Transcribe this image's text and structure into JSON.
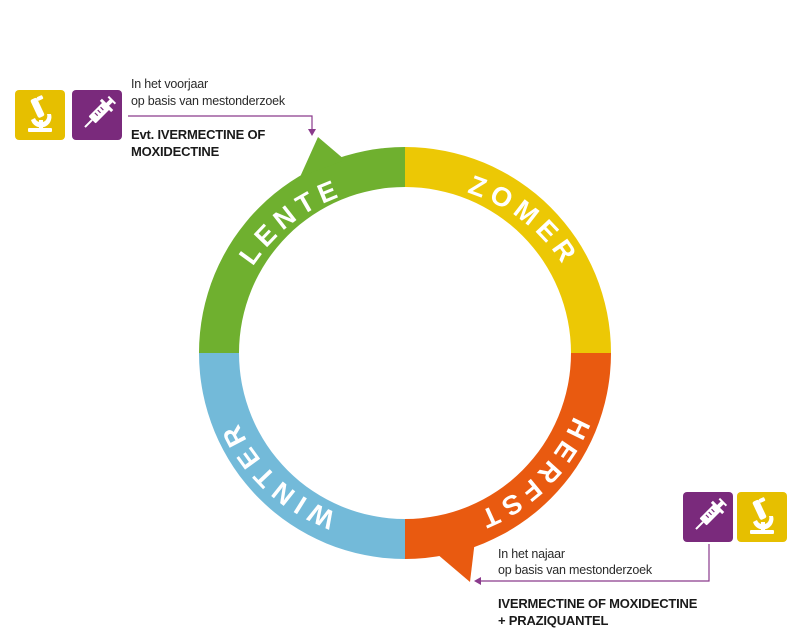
{
  "colors": {
    "spring": "#6fb02f",
    "summer": "#ecc805",
    "autumn": "#e95a10",
    "winter": "#73bad9",
    "purple": "#7a2a7c",
    "yellow": "#e6bf00",
    "arrow": "#8a3a8c"
  },
  "seasons": {
    "spring": "LENTE",
    "summer": "ZOMER",
    "autumn": "HERFST",
    "winter": "WINTER"
  },
  "spring_callout": {
    "note_line1": "In het voorjaar",
    "note_line2": "op basis van mestonderzoek",
    "treatment_line1": "Evt. IVERMECTINE OF",
    "treatment_line2": "MOXIDECTINE",
    "icons": [
      "microscope-icon",
      "syringe-icon"
    ]
  },
  "autumn_callout": {
    "note_line1": "In het najaar",
    "note_line2": "op basis van mestonderzoek",
    "treatment_line1": "IVERMECTINE OF MOXIDECTINE",
    "treatment_line2": "+ PRAZIQUANTEL",
    "icons": [
      "syringe-icon",
      "microscope-icon"
    ]
  }
}
